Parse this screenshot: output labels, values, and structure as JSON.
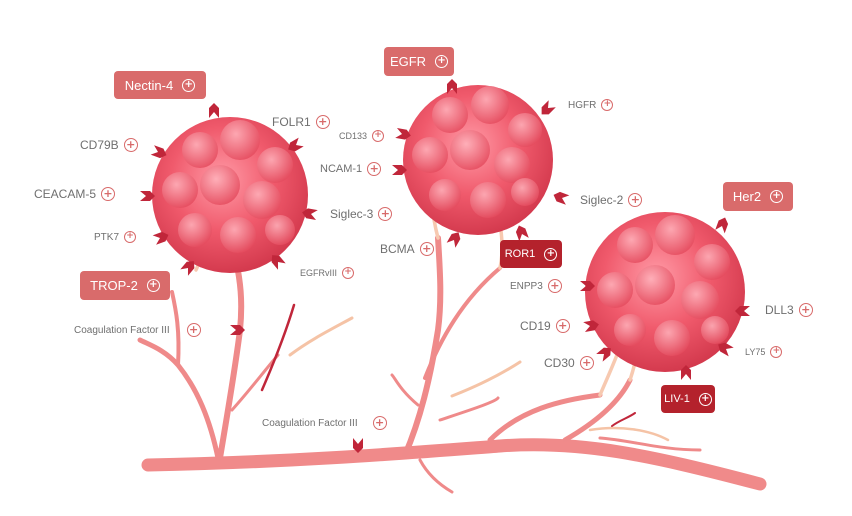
{
  "plus_glyph": "+",
  "colors": {
    "button_light": "#d96b6b",
    "button_dark": "#b4222c",
    "vessel": "#ef8a8a",
    "tumor": "#e84c5e",
    "receptor": "#c0263a",
    "label_text": "#6f6f6f"
  },
  "tumors": [
    {
      "name": "tumor-left"
    },
    {
      "name": "tumor-middle"
    },
    {
      "name": "tumor-right"
    }
  ],
  "targets": {
    "nectin4": "Nectin-4",
    "trop2": "TROP-2",
    "egfr": "EGFR",
    "ror1": "ROR1",
    "her2": "Her2",
    "liv1": "LIV-1",
    "cd79b": "CD79B",
    "ceacam5": "CEACAM-5",
    "ptk7": "PTK7",
    "folr1": "FOLR1",
    "siglec3": "Siglec-3",
    "egfrviii": "EGFRvIII",
    "cd133": "CD133",
    "ncam1": "NCAM-1",
    "bcma": "BCMA",
    "hgfr": "HGFR",
    "siglec2": "Siglec-2",
    "enpp3": "ENPP3",
    "cd19": "CD19",
    "cd30": "CD30",
    "dll3": "DLL3",
    "ly75": "LY75",
    "coag_factor_left": "Coagulation Factor III",
    "coag_factor_bottom": "Coagulation Factor III"
  }
}
